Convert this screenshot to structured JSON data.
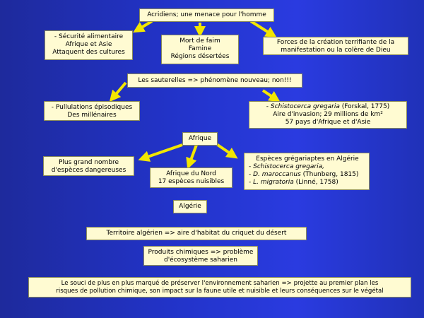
{
  "title": "Acridiens; une menace pour l'homme",
  "left_box": [
    "- Sécurité alimentaire",
    "Afrique et Asie",
    "Attaquent des cultures"
  ],
  "middle_box": [
    "Mort de faim",
    "Famine",
    "Régions désertées"
  ],
  "right_box": [
    "Forces de la création terrifiante de la",
    "manifestation ou la colère de Dieu"
  ],
  "question": "Les sauterelles => phénomène nouveau; non!!!",
  "pullulations": [
    "- Pullulations épisodiques",
    "Des millénaires"
  ],
  "schisto": {
    "line1_dash": "- ",
    "line1_species": "Schistocerca gregaria",
    "line1_rest": " (Forskal, 1775)",
    "line2": "Aire d'invasion; 29 millions de km²",
    "line3": "57 pays d'Afrique et d'Asie"
  },
  "afrique": "Afrique",
  "plus_grand": [
    "Plus grand nombre",
    "d'espèces dangereuses"
  ],
  "afrique_nord": [
    "Afrique du Nord",
    "17 espèces nuisibles"
  ],
  "especes": {
    "title": "Espèces grégariaptes en Algérie",
    "s1_dash": "- ",
    "s1_name": "Schistocerca gregaria,",
    "s2_dash": "-  ",
    "s2_name": "D. maroccanus",
    "s2_rest": " (Thunberg, 1815)",
    "s3_dash": "- ",
    "s3_name": "L. migratoria",
    "s3_rest": " (Linné, 1758)"
  },
  "algerie": "Algérie",
  "territoire": "Territoire algérien => aire d'habitat du criquet du désert",
  "produits": [
    "Produits chimiques => problème",
    "d'écosystème saharien"
  ],
  "souci": [
    "Le souci de plus en plus marqué de préserver l'environnement saharien => projette au premier plan les",
    "risques de pollution chimique, son impact sur la faune utile et nuisible et leurs conséquences sur le végétal"
  ],
  "colors": {
    "arrow": "#f2e600",
    "box": "#fffbd2",
    "background": "#2233c8"
  }
}
